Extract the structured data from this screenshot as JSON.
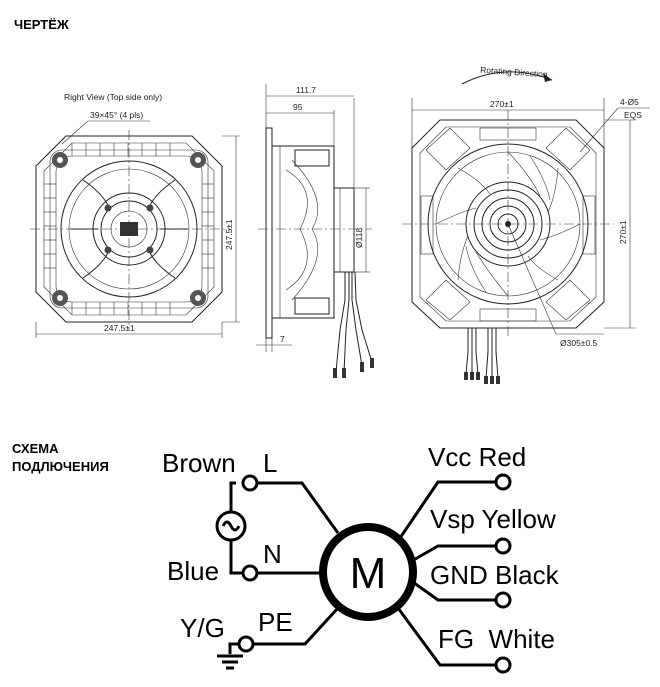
{
  "titles": {
    "drawing": "ЧЕРТЁЖ",
    "scheme_line1": "СХЕМА",
    "scheme_line2": "ПОДЛЮЧЕНИЯ"
  },
  "drawing": {
    "right_view_label": "Right View (Top side only)",
    "chamfer_label": "39×45° (4 pls)",
    "left_width": "247.5±1",
    "left_height": "247.5±1",
    "side_total": "111.7",
    "side_body": "95",
    "side_diameter": "Ø118",
    "side_flange": "7",
    "rotation_label": "Rotating Direction",
    "front_width": "270±1",
    "front_height": "270±1",
    "holes_label": "4-Ø5",
    "eqs_label": "EQS",
    "front_diameter": "Ø305±0.5"
  },
  "scheme": {
    "brown": "Brown",
    "L": "L",
    "blue": "Blue",
    "N": "N",
    "yg": "Y/G",
    "PE": "PE",
    "motor": "M",
    "vcc_red": "Vcc Red",
    "vsp_yellow": "Vsp Yellow",
    "gnd_black": "GND Black",
    "fg_white": "FG  White"
  }
}
